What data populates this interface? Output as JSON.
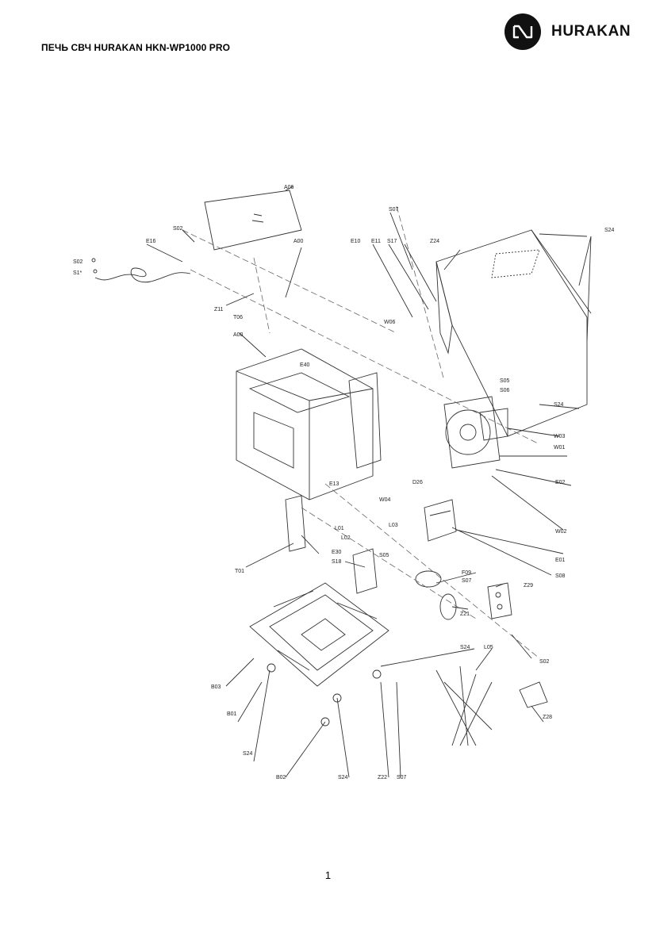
{
  "header": {
    "title": "ПЕЧЬ СВЧ HURAKAN HKN-WP1000 PRO",
    "brand": "HURAKAN"
  },
  "diagram": {
    "part_labels": [
      "A06",
      "S02",
      "E16",
      "S02",
      "S1*",
      "A00",
      "Z11",
      "T06",
      "A00",
      "E40",
      "E10",
      "E11",
      "S17",
      "S07",
      "Z24",
      "S24",
      "W06",
      "S05",
      "S06",
      "S24",
      "W03",
      "W01",
      "E13",
      "E02",
      "D26",
      "W04",
      "L01",
      "L02",
      "L03",
      "S05",
      "W02",
      "E01",
      "S08",
      "E30",
      "S18",
      "T01",
      "F09",
      "S07",
      "Z29",
      "Z21",
      "S24",
      "L05",
      "S02",
      "B03",
      "B01",
      "Z28",
      "S24",
      "B02",
      "S24",
      "Z22",
      "S07"
    ]
  },
  "footer": {
    "page_number": "1"
  }
}
